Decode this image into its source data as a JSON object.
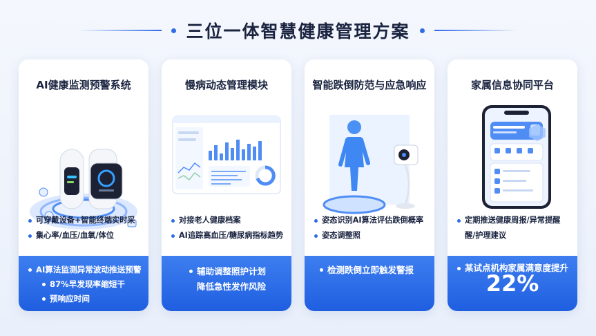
{
  "header": {
    "title": "三位一体智慧健康管理方案"
  },
  "cards": [
    {
      "title": "AI健康监测预警系统",
      "points": [
        "可穿戴设备+智能终端实时采",
        "集心率/血压/血氧/体位"
      ],
      "highlights": [
        "AI算法监测异常波动推送预警",
        "87%早发现率缩短干",
        "预响应时间"
      ]
    },
    {
      "title": "慢病动态管理模块",
      "points": [
        "对接老人健康档案",
        "AI追踪高血压/糖尿病指标趋势"
      ],
      "highlights": [
        "辅助调整照护计划",
        "降低急性发作风险"
      ]
    },
    {
      "title": "智能跌倒防范与应急响应",
      "points": [
        "姿态识别AI算法评估跌倒概率",
        "姿态调整照"
      ],
      "highlights": [
        "检测跌倒立即触发警报"
      ]
    },
    {
      "title": "家属信息协同平台",
      "points": [
        "定期推送健康周报/异常提醒",
        "醒/护理建议"
      ],
      "highlights": [
        "某试点机构家属满意度提升"
      ],
      "stat": "22%"
    }
  ],
  "colors": {
    "accent": "#2f6be6",
    "panel_top": "#3d7ef0",
    "panel_bottom": "#1f5fe0"
  }
}
